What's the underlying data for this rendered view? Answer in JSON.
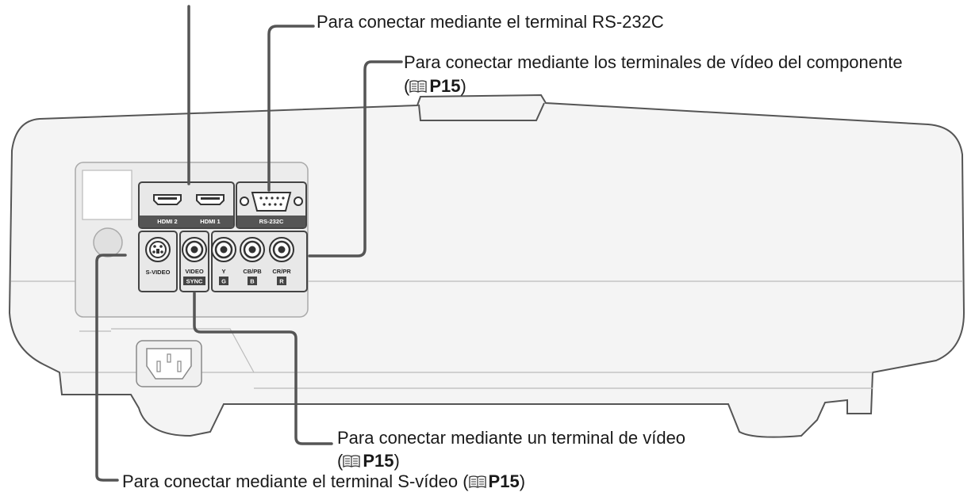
{
  "callouts": {
    "rs232c": "Para conectar mediante el terminal RS-232C",
    "component": "Para conectar mediante los terminales de vídeo del componente",
    "component_ref": "P15",
    "video": "Para conectar mediante un terminal de vídeo",
    "video_ref": "P15",
    "svideo": "Para conectar mediante el terminal S-vídeo (",
    "svideo_ref": "P15"
  },
  "ports": {
    "hdmi2": "HDMI 2",
    "hdmi1": "HDMI 1",
    "rs232c": "RS-232C",
    "svideo": "S-VIDEO",
    "video": "VIDEO",
    "sync": "SYNC",
    "y": "Y",
    "g": "G",
    "cb": "CB/PB",
    "b": "B",
    "cr": "CR/PR",
    "r": "R"
  },
  "icons": {
    "reference": "manual-book-icon"
  }
}
